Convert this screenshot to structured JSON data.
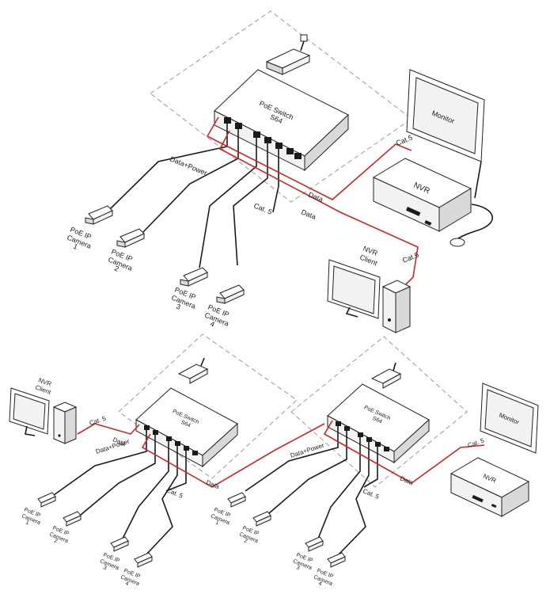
{
  "top": {
    "switch": {
      "line1": "PoE Switch",
      "line2": "S64"
    },
    "labels": {
      "data_power": "Data+Power",
      "cat5_cameras": "Cat. 5",
      "data1": "Data",
      "data2": "Data",
      "cat5_nvr": "Cat.5",
      "cat5_client": "Cat.5",
      "nvr": "NVR",
      "monitor": "Monitor",
      "nvr_client_1": "NVR",
      "nvr_client_2": "Client"
    },
    "cameras": [
      {
        "l1": "PoE IP",
        "l2": "Camera",
        "l3": "1"
      },
      {
        "l1": "PoE IP",
        "l2": "Camera",
        "l3": "2"
      },
      {
        "l1": "PoE IP",
        "l2": "Camera",
        "l3": "3"
      },
      {
        "l1": "PoE IP",
        "l2": "Camera",
        "l3": "4"
      }
    ]
  },
  "bottom": {
    "left_switch": {
      "line1": "PoE Switch",
      "line2": "S64"
    },
    "right_switch": {
      "line1": "PoE Switch",
      "line2": "S64"
    },
    "labels": {
      "nvr_client_1": "NVR",
      "nvr_client_2": "Client",
      "cat5_client": "Cat. 5",
      "data_client": "Data",
      "left_data_power": "Data+Power",
      "left_cat5": "Cat. 5",
      "link_data": "Data",
      "right_data_power": "Data+Power",
      "right_cat5": "Cat. 5",
      "right_data": "Data",
      "right_nvr_cat5": "Cat. 5",
      "nvr": "NVR",
      "monitor": "Monitor"
    },
    "left_cameras": [
      {
        "l1": "PoE IP",
        "l2": "Camera",
        "l3": "1"
      },
      {
        "l1": "PoE IP",
        "l2": "Camera",
        "l3": "2"
      },
      {
        "l1": "PoE IP",
        "l2": "Camera",
        "l3": "3"
      },
      {
        "l1": "PoE IP",
        "l2": "Camera",
        "l3": "4"
      }
    ],
    "right_cameras": [
      {
        "l1": "PoE IP",
        "l2": "Camera",
        "l3": "1"
      },
      {
        "l1": "PoE IP",
        "l2": "Camera",
        "l3": "2"
      },
      {
        "l1": "PoE IP",
        "l2": "Camera",
        "l3": "3"
      },
      {
        "l1": "PoE IP",
        "l2": "Camera",
        "l3": "4"
      }
    ]
  },
  "colors": {
    "data_link": "#c62828",
    "cat5_cable": "#1a1a1a",
    "boundary": "#9a9a9a"
  }
}
